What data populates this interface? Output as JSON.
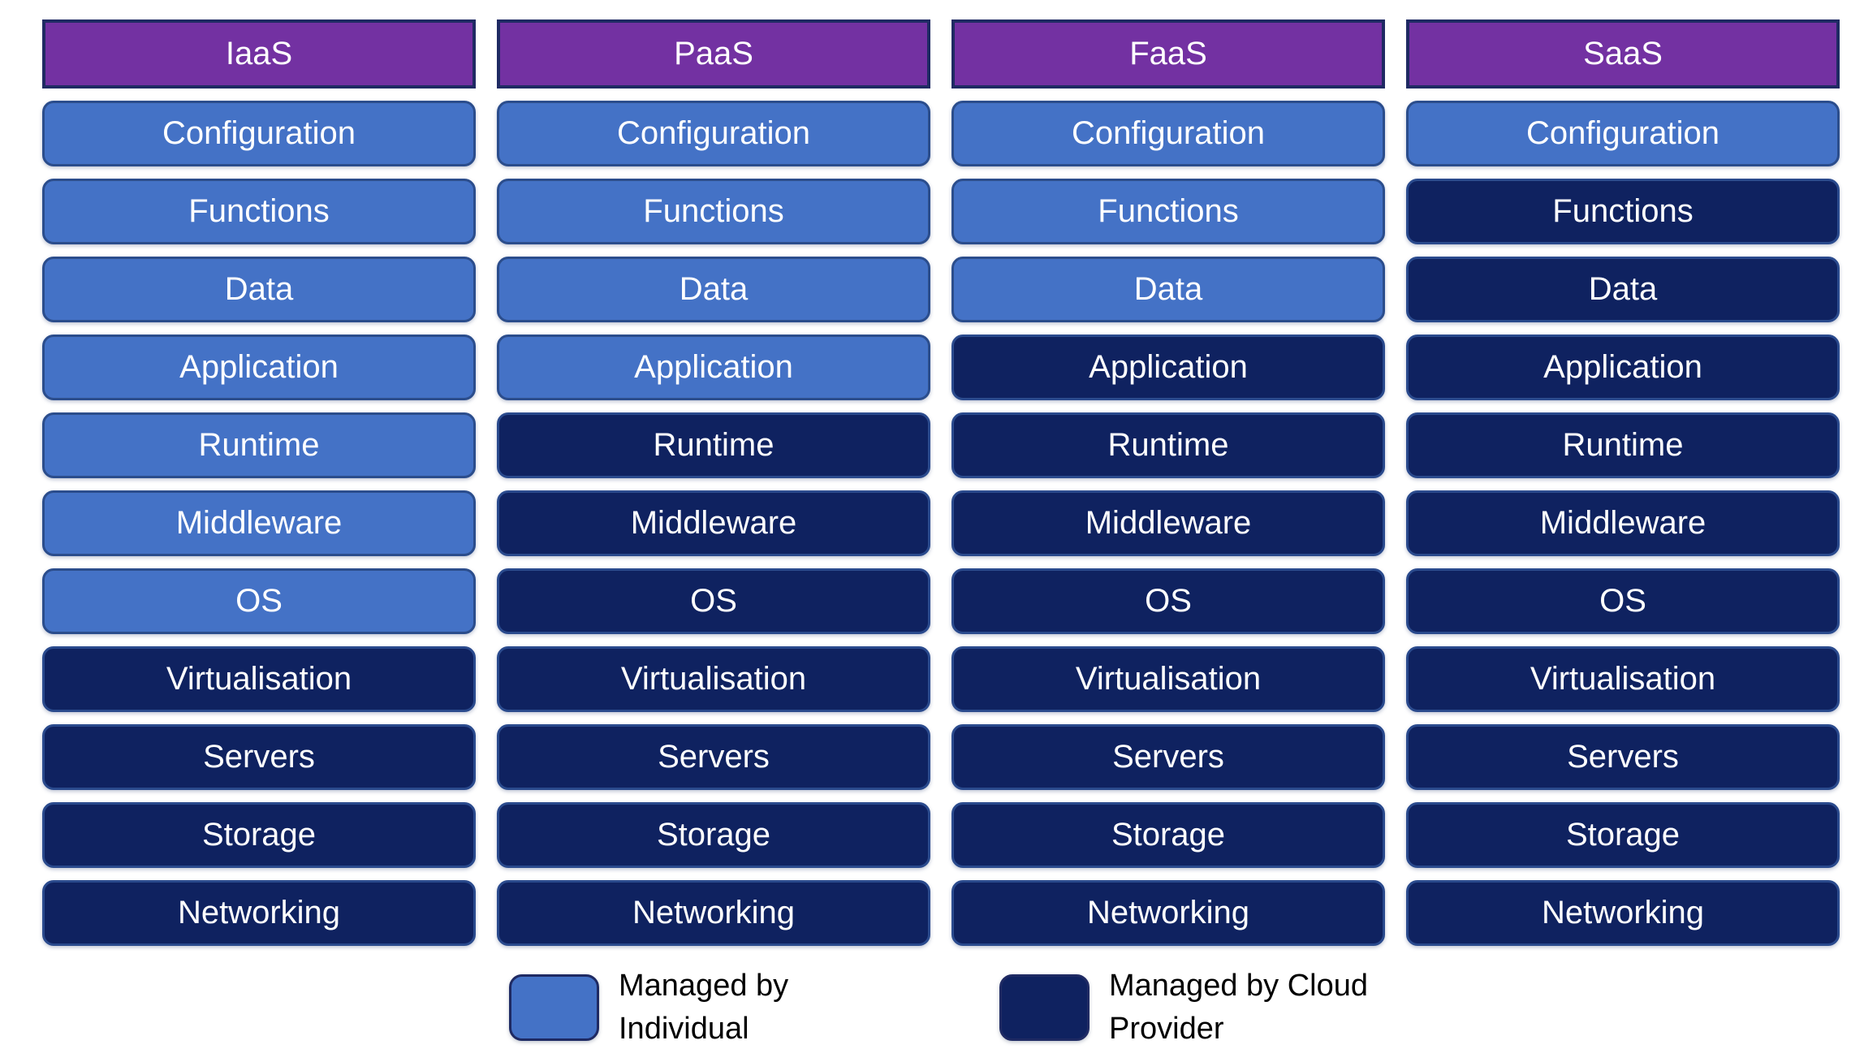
{
  "colors": {
    "background": "#FFFFFF",
    "managed_by_individual": "#4472C6",
    "managed_by_provider": "#0F2260",
    "header_purple": "#7331A2",
    "header_border": "#1F2A63",
    "cell_border_individual": "#2B4D8C",
    "cell_border_provider": "#2A4A8D",
    "cell_text": "#FFFFFF",
    "legend_text": "#000000"
  },
  "columns": [
    {
      "header": "IaaS",
      "rows": [
        {
          "label": "Configuration",
          "managed_by": "individual"
        },
        {
          "label": "Functions",
          "managed_by": "individual"
        },
        {
          "label": "Data",
          "managed_by": "individual"
        },
        {
          "label": "Application",
          "managed_by": "individual"
        },
        {
          "label": "Runtime",
          "managed_by": "individual"
        },
        {
          "label": "Middleware",
          "managed_by": "individual"
        },
        {
          "label": "OS",
          "managed_by": "individual"
        },
        {
          "label": "Virtualisation",
          "managed_by": "provider"
        },
        {
          "label": "Servers",
          "managed_by": "provider"
        },
        {
          "label": "Storage",
          "managed_by": "provider"
        },
        {
          "label": "Networking",
          "managed_by": "provider"
        }
      ]
    },
    {
      "header": "PaaS",
      "rows": [
        {
          "label": "Configuration",
          "managed_by": "individual"
        },
        {
          "label": "Functions",
          "managed_by": "individual"
        },
        {
          "label": "Data",
          "managed_by": "individual"
        },
        {
          "label": "Application",
          "managed_by": "individual"
        },
        {
          "label": "Runtime",
          "managed_by": "provider"
        },
        {
          "label": "Middleware",
          "managed_by": "provider"
        },
        {
          "label": "OS",
          "managed_by": "provider"
        },
        {
          "label": "Virtualisation",
          "managed_by": "provider"
        },
        {
          "label": "Servers",
          "managed_by": "provider"
        },
        {
          "label": "Storage",
          "managed_by": "provider"
        },
        {
          "label": "Networking",
          "managed_by": "provider"
        }
      ]
    },
    {
      "header": "FaaS",
      "rows": [
        {
          "label": "Configuration",
          "managed_by": "individual"
        },
        {
          "label": "Functions",
          "managed_by": "individual"
        },
        {
          "label": "Data",
          "managed_by": "individual"
        },
        {
          "label": "Application",
          "managed_by": "provider"
        },
        {
          "label": "Runtime",
          "managed_by": "provider"
        },
        {
          "label": "Middleware",
          "managed_by": "provider"
        },
        {
          "label": "OS",
          "managed_by": "provider"
        },
        {
          "label": "Virtualisation",
          "managed_by": "provider"
        },
        {
          "label": "Servers",
          "managed_by": "provider"
        },
        {
          "label": "Storage",
          "managed_by": "provider"
        },
        {
          "label": "Networking",
          "managed_by": "provider"
        }
      ]
    },
    {
      "header": "SaaS",
      "rows": [
        {
          "label": "Configuration",
          "managed_by": "individual"
        },
        {
          "label": "Functions",
          "managed_by": "provider"
        },
        {
          "label": "Data",
          "managed_by": "provider"
        },
        {
          "label": "Application",
          "managed_by": "provider"
        },
        {
          "label": "Runtime",
          "managed_by": "provider"
        },
        {
          "label": "Middleware",
          "managed_by": "provider"
        },
        {
          "label": "OS",
          "managed_by": "provider"
        },
        {
          "label": "Virtualisation",
          "managed_by": "provider"
        },
        {
          "label": "Servers",
          "managed_by": "provider"
        },
        {
          "label": "Storage",
          "managed_by": "provider"
        },
        {
          "label": "Networking",
          "managed_by": "provider"
        }
      ]
    }
  ],
  "legend": {
    "items": [
      {
        "label": "Managed by\nIndividual",
        "managed_by": "individual"
      },
      {
        "label": "Managed by Cloud\nProvider",
        "managed_by": "provider"
      }
    ]
  }
}
